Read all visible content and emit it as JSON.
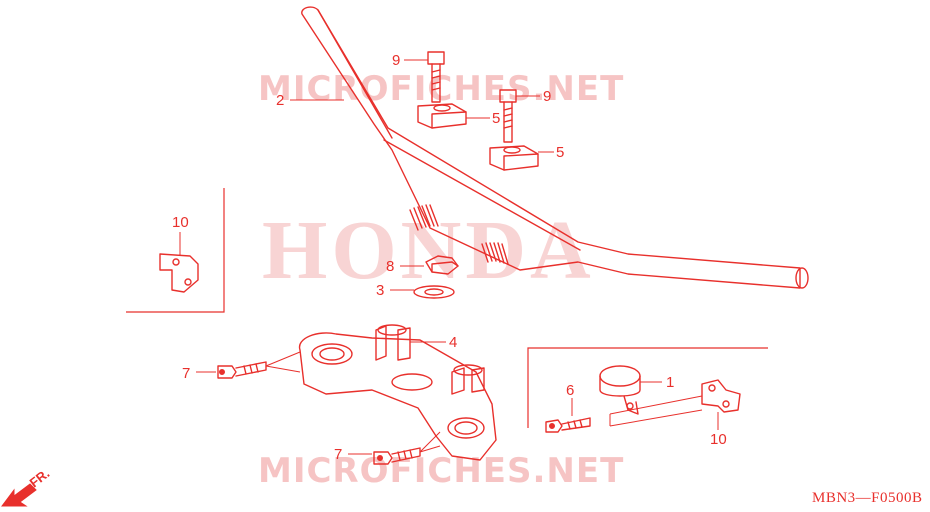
{
  "watermarks": {
    "site_top": "MICROFICHES.NET",
    "brand": "HONDA",
    "site_bottom": "MICROFICHES.NET"
  },
  "diagram_code": "MBN3—F0500B",
  "front_marker": "FR.",
  "callouts": {
    "handlebar": "2",
    "bolt_upper_left": "9",
    "bolt_upper_right": "9",
    "holder_left": "5",
    "holder_right": "5",
    "nut": "8",
    "washer": "3",
    "bracket_left": "10",
    "top_bridge": "4",
    "bolt_left": "7",
    "bolt_bottom": "7",
    "meter_holder": "1",
    "bolt_meter": "6",
    "bracket_right": "10"
  },
  "colors": {
    "line": "#e8302c",
    "watermark": "#f6c4c4",
    "background": "#ffffff"
  }
}
